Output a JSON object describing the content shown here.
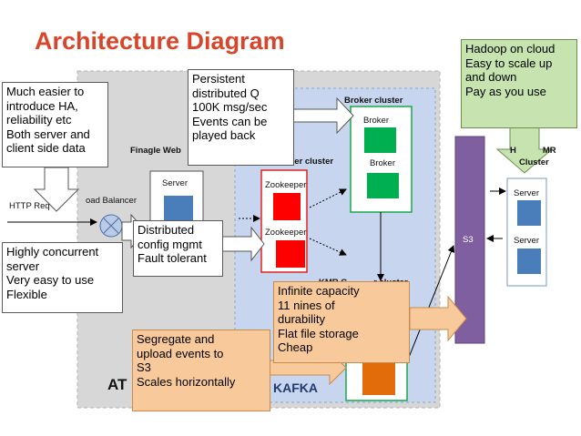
{
  "title": "Architecture Diagram",
  "callouts": {
    "ha": "Much easier to\nintroduce HA,\nreliability etc\nBoth server and\nclient side data",
    "persistent": "Persistent\ndistributed Q\n100K msg/sec\nEvents can be\nplayed back",
    "hadoop": "Hadoop on cloud\nEasy to scale up\nand down\nPay as you use",
    "concurrent": "Highly concurrent\nserver\nVery easy to use\nFlexible",
    "distributed": "Distributed\nconfig mgmt\nFault tolerant",
    "infinite": "Infinite capacity\n11 nines of\ndurability\nFlat file storage\nCheap",
    "segregate": "Segregate and\nupload events to\nS3\nScales horizontally"
  },
  "labels": {
    "finagle": "Finagle Web",
    "load_balancer": "oad Balancer",
    "http": "HTTP Req",
    "server": "Server",
    "broker_cluster": "Broker cluster",
    "broker1": "Broker",
    "broker2": "Broker",
    "zk_cluster": "ker cluster",
    "zk1": "Zookeeper",
    "zk2": "Zookeeper",
    "consumer_cluster": "KMR C           r cluster",
    "kafka": "KAFKA",
    "at": "AT",
    "s3": "S3",
    "emr_title": "H           MR",
    "emr_sub": "Cluster",
    "emr_server1": "Server",
    "emr_server2": "Server"
  }
}
